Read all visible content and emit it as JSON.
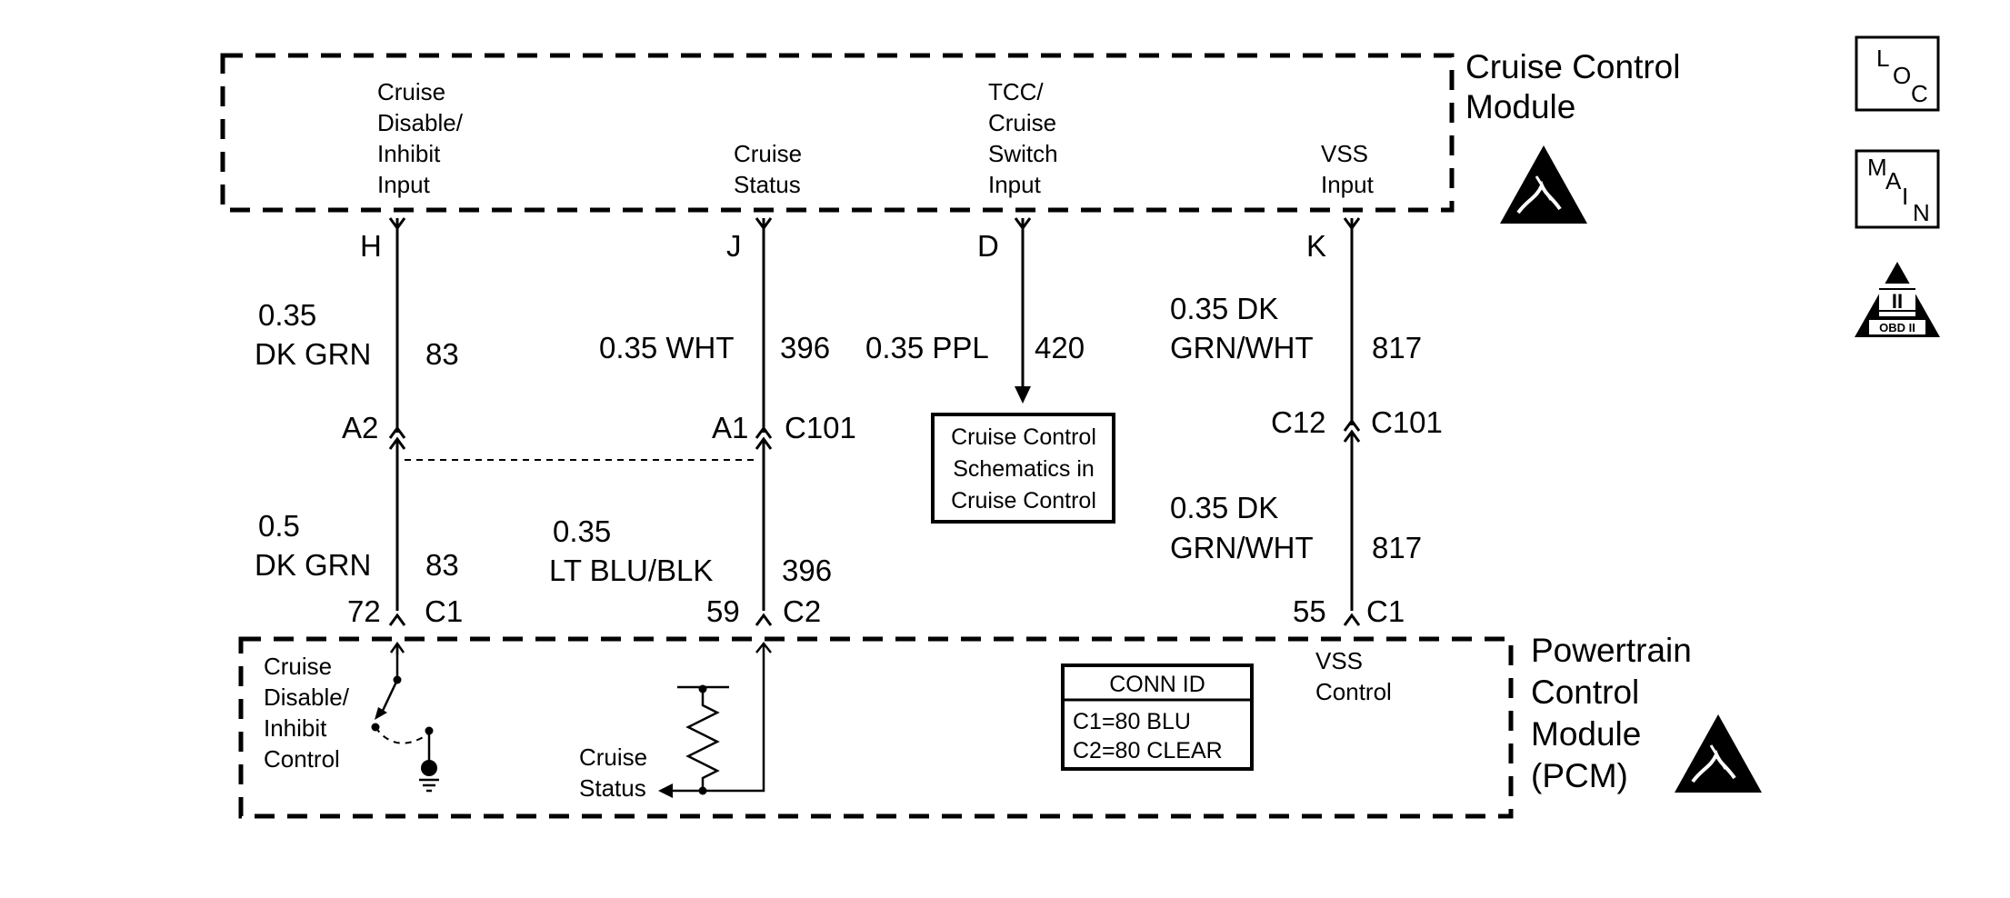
{
  "cruise_module": {
    "title": [
      "Cruise Control",
      "Module"
    ],
    "inputs": {
      "disable": [
        "Cruise",
        "Disable/",
        "Inhibit",
        "Input"
      ],
      "status": [
        "Cruise",
        "Status"
      ],
      "tcc": [
        "TCC/",
        "Cruise",
        "Switch",
        "Input"
      ],
      "vss": [
        "VSS",
        "Input"
      ]
    }
  },
  "pcm": {
    "title": [
      "Powertrain",
      "Control",
      "Module",
      "(PCM)"
    ],
    "disable_control": [
      "Cruise",
      "Disable/",
      "Inhibit",
      "Control"
    ],
    "cruise_status": [
      "Cruise",
      "Status"
    ],
    "vss_control": [
      "VSS",
      "Control"
    ]
  },
  "circuits": {
    "disable": {
      "pin_top": "H",
      "upper_size": "0.35",
      "upper_color": "DK GRN",
      "circuit": "83",
      "inline_pin": "A2",
      "lower_size": "0.5",
      "lower_color": "DK GRN",
      "lower_circuit": "83",
      "pcm_pin": "72",
      "pcm_connector": "C1"
    },
    "status": {
      "pin_top": "J",
      "upper_wire": "0.35 WHT",
      "circuit": "396",
      "inline_pin": "A1",
      "inline_connector": "C101",
      "lower_size": "0.35",
      "lower_color": "LT BLU/BLK",
      "lower_circuit": "396",
      "pcm_pin": "59",
      "pcm_connector": "C2"
    },
    "tcc": {
      "pin_top": "D",
      "wire": "0.35 PPL",
      "circuit": "420",
      "reference": [
        "Cruise Control",
        "Schematics in",
        "Cruise Control"
      ]
    },
    "vss": {
      "pin_top": "K",
      "upper_size": "0.35 DK",
      "upper_color": "GRN/WHT",
      "circuit": "817",
      "inline_pin": "C12",
      "inline_connector": "C101",
      "lower_size": "0.35 DK",
      "lower_color": "GRN/WHT",
      "lower_circuit": "817",
      "pcm_pin": "55",
      "pcm_connector": "C1"
    }
  },
  "conn_id": {
    "header": "CONN ID",
    "rows": [
      "C1=80 BLU",
      "C2=80 CLEAR"
    ]
  },
  "side_icons": {
    "loc": [
      "L",
      "O",
      "C"
    ],
    "main": [
      "M",
      "A",
      "I",
      "N"
    ],
    "obd": [
      "II",
      "OBD II"
    ]
  },
  "icon_names": [
    "esd-sensitive-icon",
    "loc-icon",
    "main-icon",
    "obd-ii-icon",
    "ground-icon"
  ]
}
